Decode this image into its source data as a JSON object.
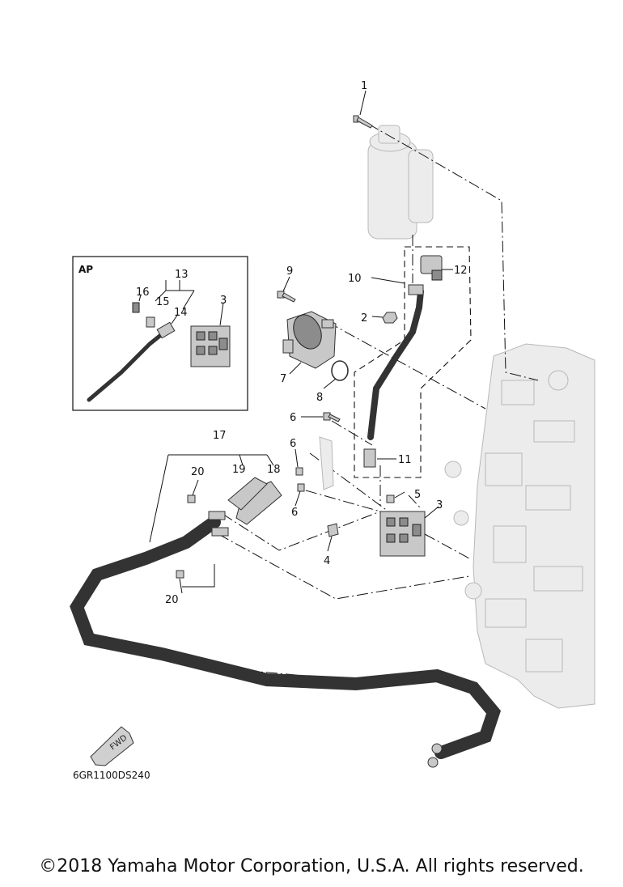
{
  "diagram": {
    "inset_label": "AP",
    "drawing_code": "6GR1100DS240",
    "fwd_label": "FWD",
    "callouts": {
      "c1": "1",
      "c2": "2",
      "c3": "3",
      "c3_inset": "3",
      "c4": "4",
      "c5": "5",
      "c6a": "6",
      "c6b": "6",
      "c6c": "6",
      "c7": "7",
      "c8": "8",
      "c9": "9",
      "c10": "10",
      "c11": "11",
      "c12": "12",
      "c13": "13",
      "c14": "14",
      "c15": "15",
      "c16": "16",
      "c17": "17",
      "c18": "18",
      "c19": "19",
      "c20a": "20",
      "c20b": "20"
    }
  },
  "footer": {
    "copyright": "©2018 Yamaha Motor Corporation, U.S.A. All rights reserved."
  }
}
